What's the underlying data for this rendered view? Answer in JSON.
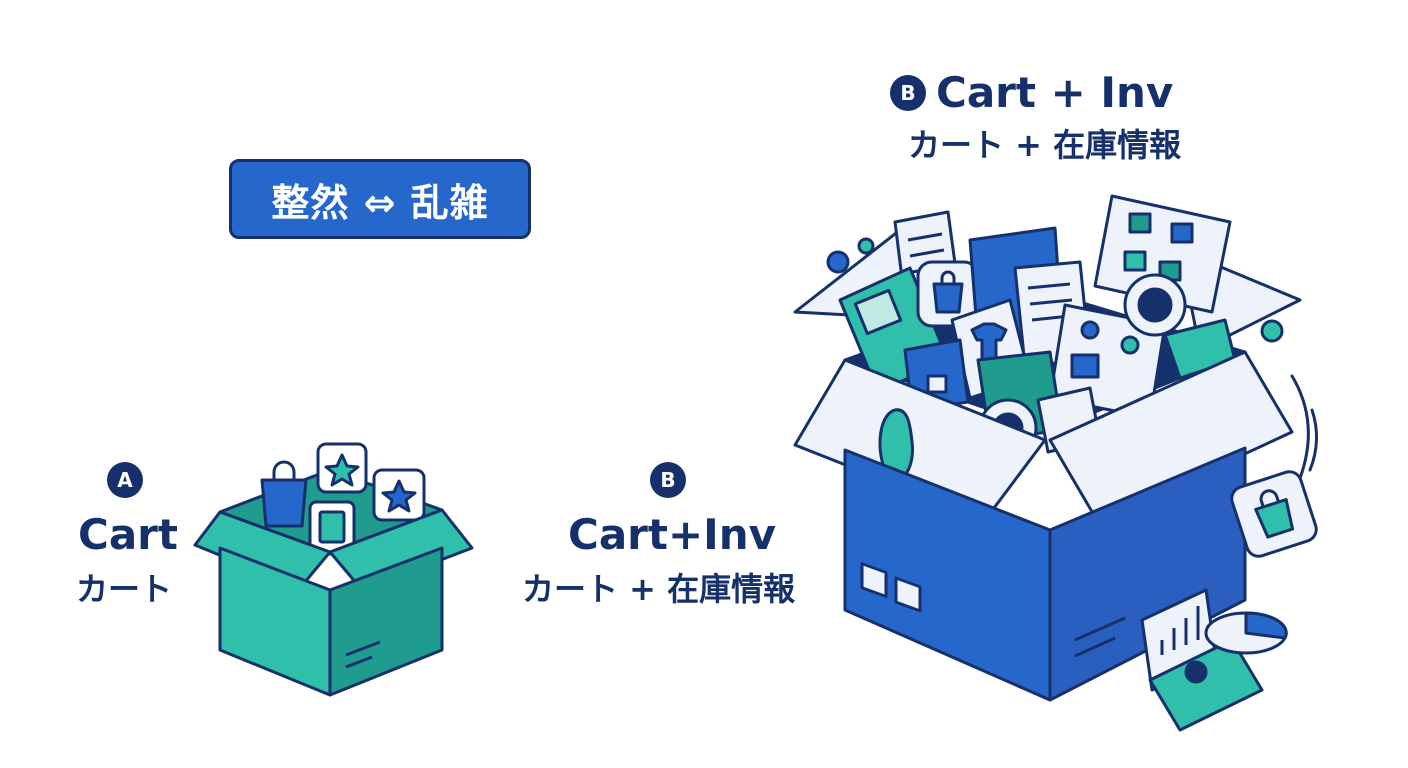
{
  "pill": {
    "text": "整然 ⇔ 乱雑"
  },
  "left_label": {
    "badge": "A",
    "en": "Cart",
    "jp": "カート"
  },
  "middle_label": {
    "badge": "B",
    "en": "Cart+Inv",
    "jp": "カート + 在庫情報"
  },
  "right_header": {
    "badge": "B",
    "en": "Cart + Inv",
    "jp": "カート + 在庫情報"
  },
  "colors": {
    "navy": "#16306b",
    "blue": "#2667cc",
    "teal": "#2fbfab",
    "teal_dark": "#1f9c8e",
    "paper": "#eef2fb"
  },
  "icons": {
    "small_box": [
      "shopping-bag-icon",
      "star-card-icon",
      "star-card-icon",
      "phone-card-icon"
    ],
    "large_box": [
      "document-icon",
      "shopping-bag-icon",
      "t-shirt-icon",
      "inventory-shelf-icon",
      "dashboard-card-icon",
      "receipt-icon",
      "camera-lens-icon",
      "bar-chart-icon",
      "pie-chart-icon",
      "falling-shopping-bag-icon"
    ]
  }
}
